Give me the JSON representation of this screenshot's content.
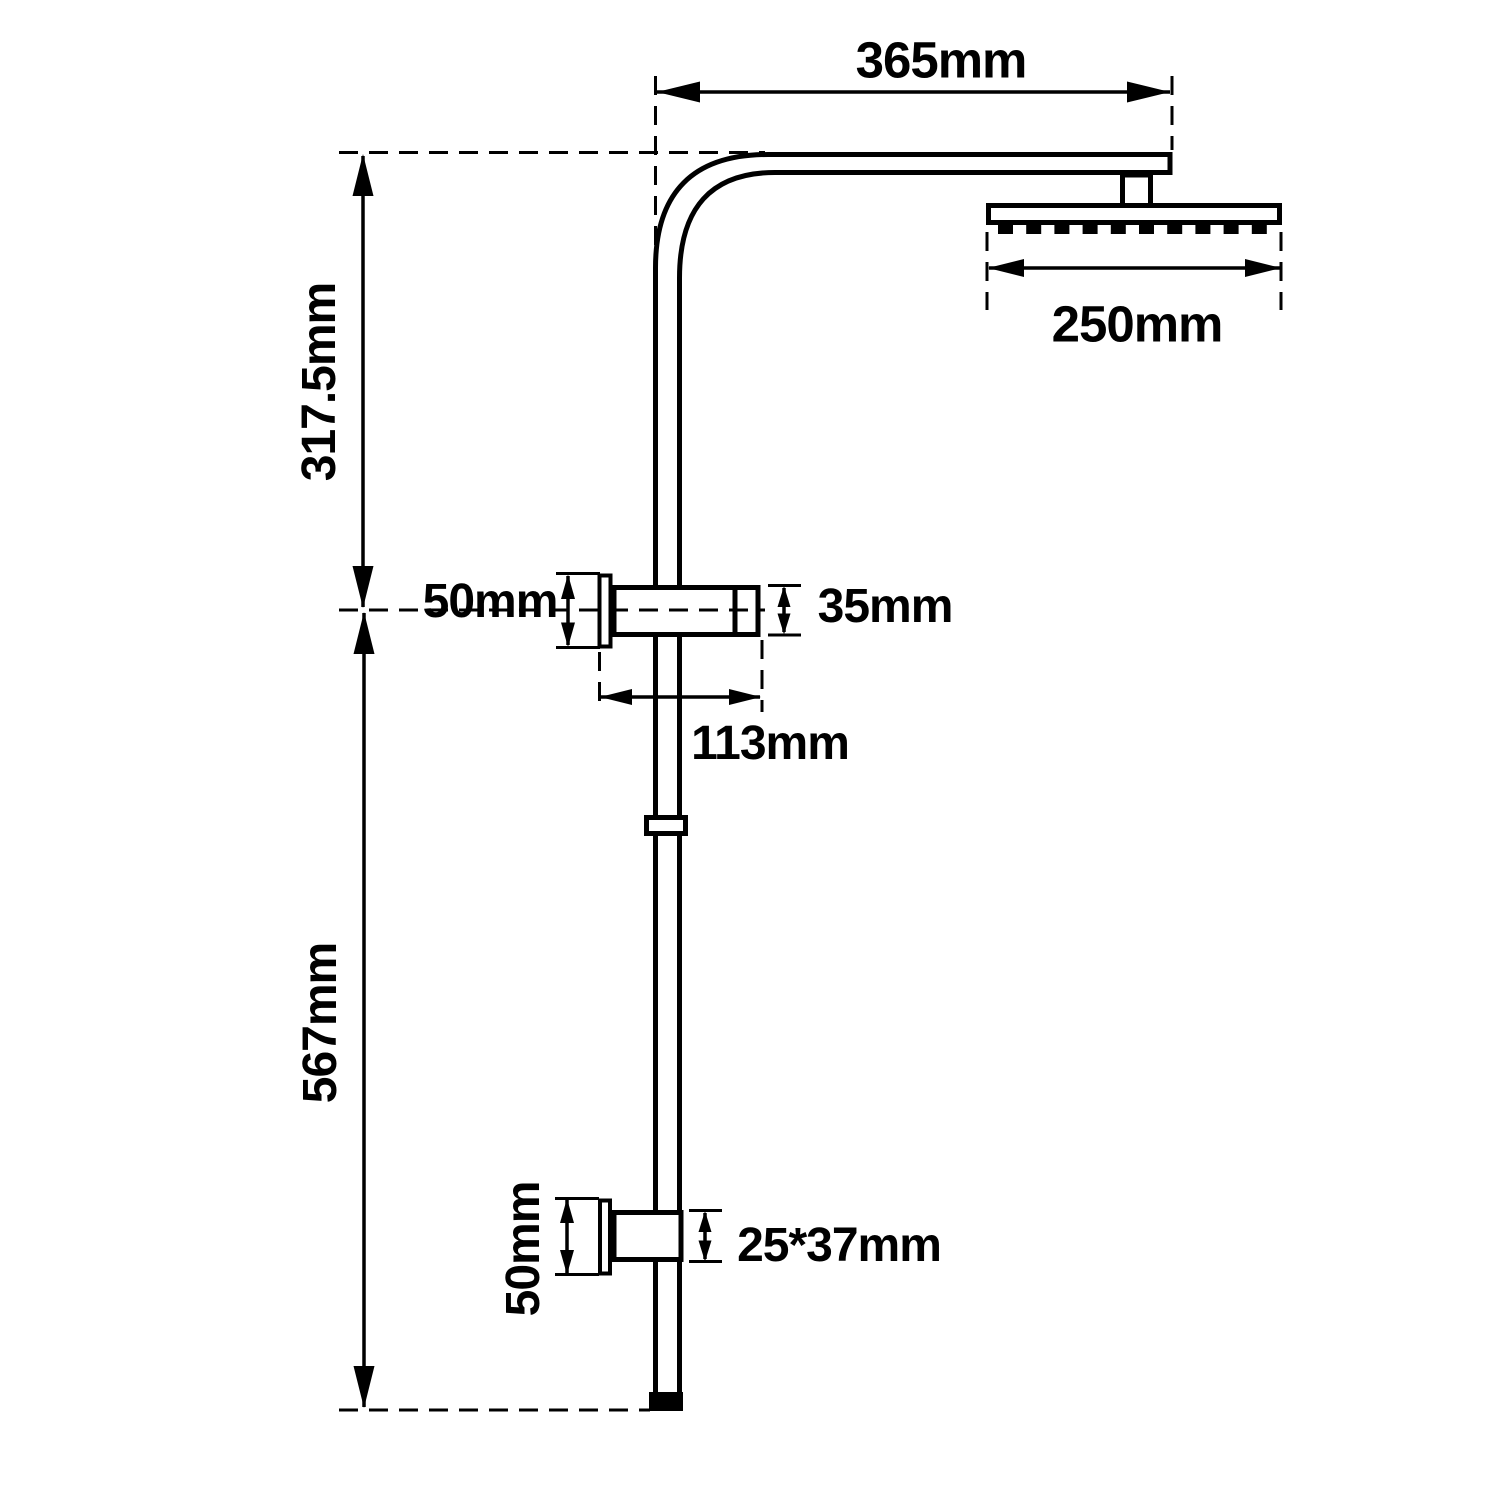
{
  "diagram": {
    "kind": "technical-dimension-drawing",
    "subject": "wall shower rail column with overhead rain shower head",
    "background_color": "#ffffff",
    "line_color": "#000000",
    "labels": {
      "arm_length": "365mm",
      "head_width": "250mm",
      "upper_section_height": "317.5mm",
      "upper_bracket_height": "50mm",
      "upper_bracket_depth": "35mm",
      "upper_bracket_width": "113mm",
      "lower_section_height": "567mm",
      "lower_bracket_height": "50mm",
      "lower_bracket_size": "25*37mm"
    }
  }
}
